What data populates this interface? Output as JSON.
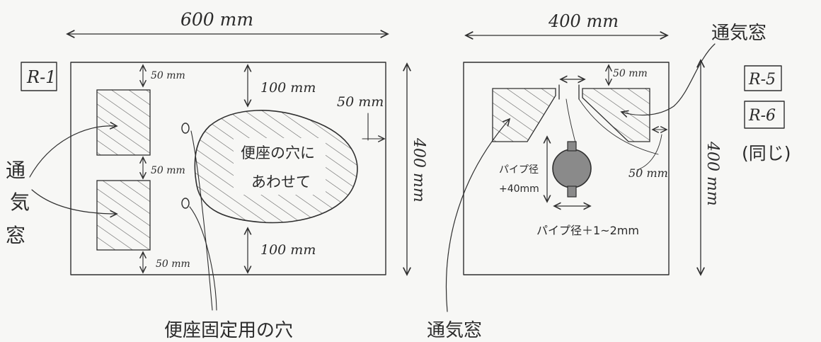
{
  "panel_left": {
    "width_dim": "600 mm",
    "height_dim": "400 mm",
    "label_box": "R-1",
    "dim_top_50": "50 mm",
    "dim_mid_50": "50 mm",
    "dim_bottom_50": "50 mm",
    "dim_top_100": "100 mm",
    "dim_bottom_100": "100 mm",
    "dim_side_50": "50 mm",
    "oval_text_1": "便座の穴に",
    "oval_text_2": "あわせて",
    "vent_label_chars": [
      "通",
      "気",
      "窓"
    ],
    "fix_holes_label": "便座固定用の穴"
  },
  "panel_right": {
    "width_dim": "400 mm",
    "height_dim": "400 mm",
    "vent_label_top": "通気窓",
    "label_box_1": "R-5",
    "label_box_2": "R-6",
    "same_note": "(同じ)",
    "dim_top_50": "50 mm",
    "dim_side_50": "50 mm",
    "pipe_label_1": "パイプ径",
    "pipe_label_2": "+40mm",
    "pipe_width_label": "パイプ径＋1~2mm",
    "vent_label_bottom": "通気窓"
  }
}
